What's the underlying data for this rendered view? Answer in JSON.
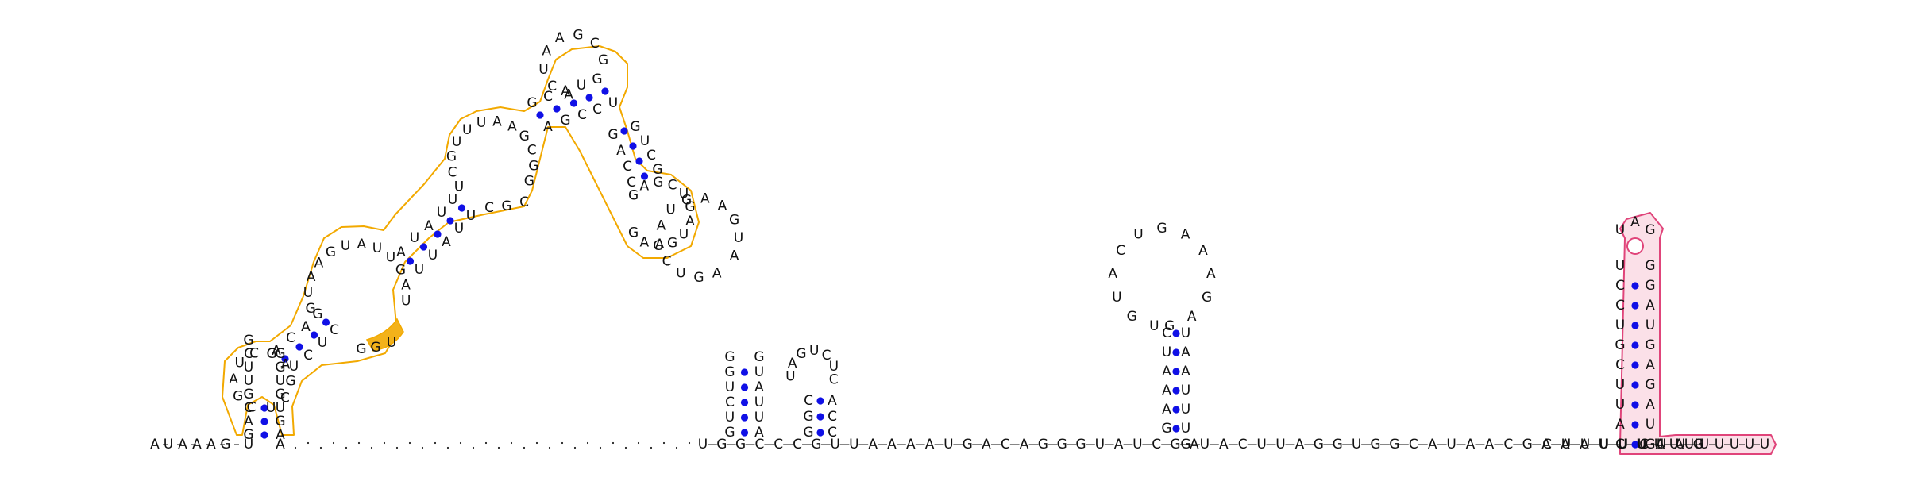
{
  "sequence": "AUAAAGUCUAGUCAAGCAGUAAAGUUUCGUUAAGCUAAAGCGACCUGCGGAUGCGAGCUGGCCGUCAGUUUAGCUGCGGCGUACUGAUUGGCGACUUGAUCUGGUCUAAAAGUAAGCUUGCUGAAGAACCUUCCUGUCGACCCGUUGAUUGGCUGUCUGAUUCUAGGUAAAUAAAAUCGUACUCGUUAACUAUGUGGGCCCGAAAUUUAAGCCCUUGCUCUUCACUCGAUGAGAUGGCCUAUUUUUUUU",
  "features": {
    "highlight_colors": {
      "orange": "#f2a900",
      "orange_fill": "#f3b21a",
      "pink": "#e0447a",
      "pink_fill": "#fbe0e8"
    },
    "basepair_color": "#1010e6"
  },
  "labels": {
    "strand_5prime": [
      "A",
      "U",
      "A",
      "A",
      "A",
      "G",
      "U",
      "C"
    ],
    "linker_dots": "unpaired region (dotted)",
    "stem_1": [
      "U",
      "G",
      "G",
      "C",
      "C",
      "C",
      "G",
      "U",
      "U",
      "A",
      "A",
      "A",
      "A",
      "U",
      "G",
      "A",
      "C",
      "A",
      "G",
      "G",
      "G",
      "U",
      "A",
      "U",
      "C",
      "G",
      "A"
    ],
    "stem_2": [
      "G",
      "U",
      "A",
      "C",
      "U",
      "U",
      "A",
      "G",
      "G",
      "U",
      "G",
      "G",
      "C",
      "A",
      "U",
      "A",
      "A",
      "C",
      "G",
      "A",
      "A",
      "A",
      "U",
      "U",
      "U",
      "A",
      "A",
      "G"
    ],
    "tail_3prime": [
      "C",
      "U",
      "U",
      "U",
      "U",
      "U",
      "U",
      "U"
    ]
  }
}
